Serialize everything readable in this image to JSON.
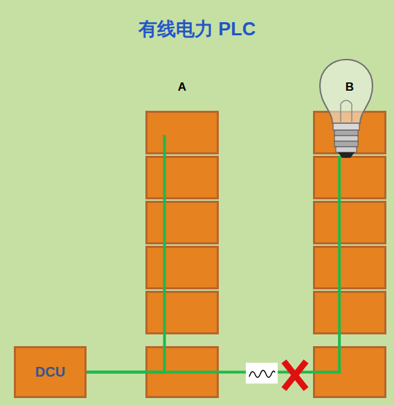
{
  "diagram": {
    "title": "有线电力 PLC",
    "nodes": [
      {
        "text": [
          "DCU"
        ]
      },
      {
        "text": [
          "A"
        ]
      },
      {
        "text": [
          "B"
        ]
      }
    ],
    "edges": [
      {
        "from": 0,
        "to": 1,
        "arrow": "none"
      },
      {
        "from": 0,
        "to": 2,
        "arrow": "none"
      }
    ]
  }
}
